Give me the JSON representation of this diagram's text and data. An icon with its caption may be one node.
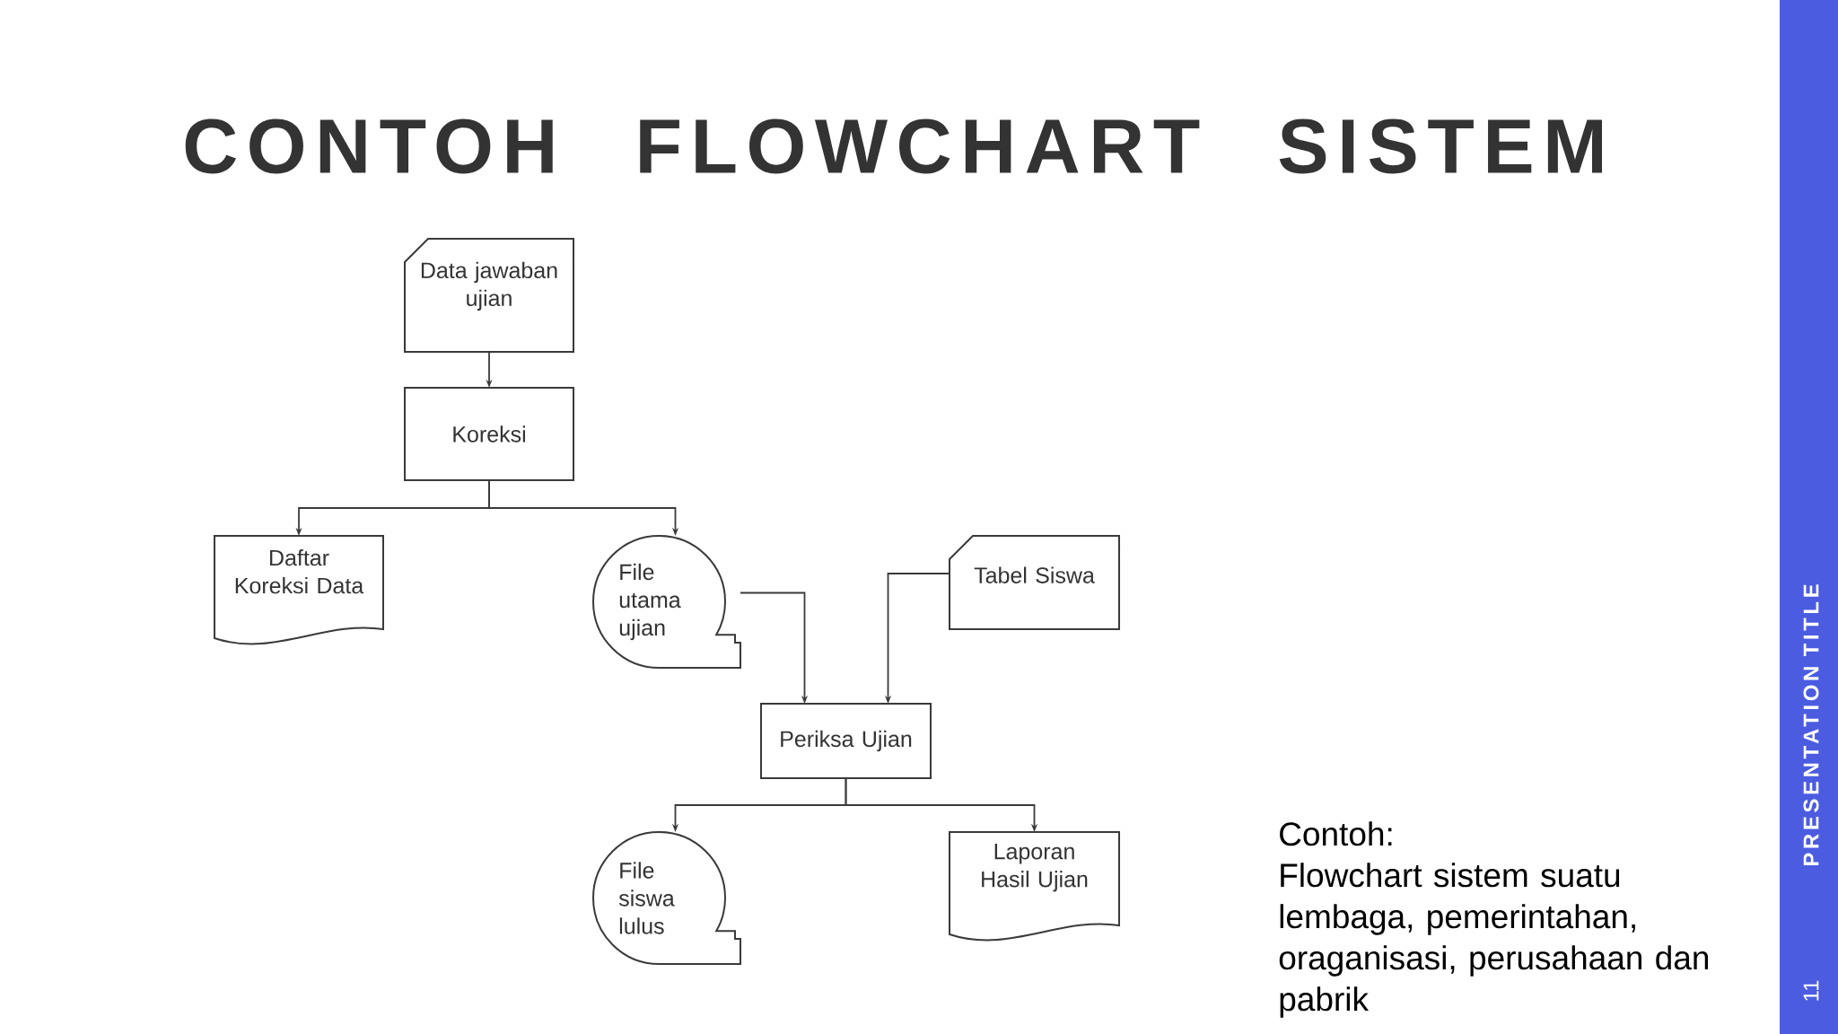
{
  "diagram": {
    "title": "CONTOH FLOWCHART SISTEM",
    "nodes": [
      {
        "text": [
          "Data jawaban ujian"
        ]
      },
      {
        "text": [
          "Koreksi"
        ]
      },
      {
        "text": [
          "Daftar Koreksi Data"
        ]
      },
      {
        "text": [
          "File utama ujian"
        ]
      },
      {
        "text": [
          "Tabel Siswa"
        ]
      },
      {
        "text": [
          "Periksa Ujian"
        ]
      },
      {
        "text": [
          "File siswa lulus"
        ]
      },
      {
        "text": [
          "Laporan Hasil Ujian"
        ]
      }
    ],
    "edges": [
      {
        "from": 0,
        "to": 1,
        "arrow": "to"
      },
      {
        "from": 1,
        "to": 2,
        "arrow": "to"
      },
      {
        "from": 1,
        "to": 3,
        "arrow": "to"
      },
      {
        "from": 3,
        "to": 5,
        "arrow": "to"
      },
      {
        "from": 4,
        "to": 5,
        "arrow": "to"
      },
      {
        "from": 5,
        "to": 6,
        "arrow": "to"
      },
      {
        "from": 5,
        "to": 7,
        "arrow": "to"
      }
    ],
    "labels": [
      "Contoh:",
      "Flowchart sistem suatu lembaga, pemerintahan, oraganisasi, perusahaan dan pabrik",
      "PRESENTATION TITLE",
      "11"
    ]
  }
}
